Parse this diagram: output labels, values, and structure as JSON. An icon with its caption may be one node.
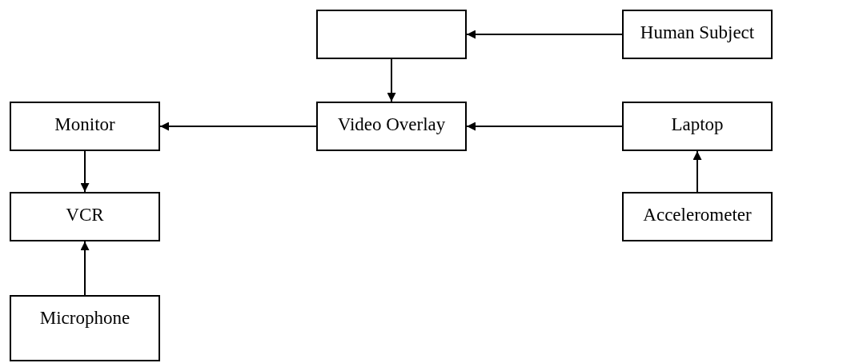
{
  "diagram": {
    "nodes": [
      {
        "text": [],
        "shape": "box"
      },
      {
        "text": [
          "Human Subject"
        ]
      },
      {
        "text": [
          "Monitor"
        ]
      },
      {
        "text": [
          "Video Overlay"
        ]
      },
      {
        "text": [
          "Laptop"
        ]
      },
      {
        "text": [
          "VCR"
        ]
      },
      {
        "text": [
          "Accelerometer"
        ]
      },
      {
        "text": [
          "Microphone"
        ]
      }
    ],
    "edges": [
      {
        "from": 1,
        "to": 0,
        "arrow": "to"
      },
      {
        "from": 0,
        "to": 3,
        "arrow": "to"
      },
      {
        "from": 3,
        "to": 2,
        "arrow": "to"
      },
      {
        "from": 4,
        "to": 3,
        "arrow": "to"
      },
      {
        "from": 6,
        "to": 4,
        "arrow": "to"
      },
      {
        "from": 2,
        "to": 5,
        "arrow": "to"
      },
      {
        "from": 7,
        "to": 5,
        "arrow": "to"
      }
    ]
  }
}
